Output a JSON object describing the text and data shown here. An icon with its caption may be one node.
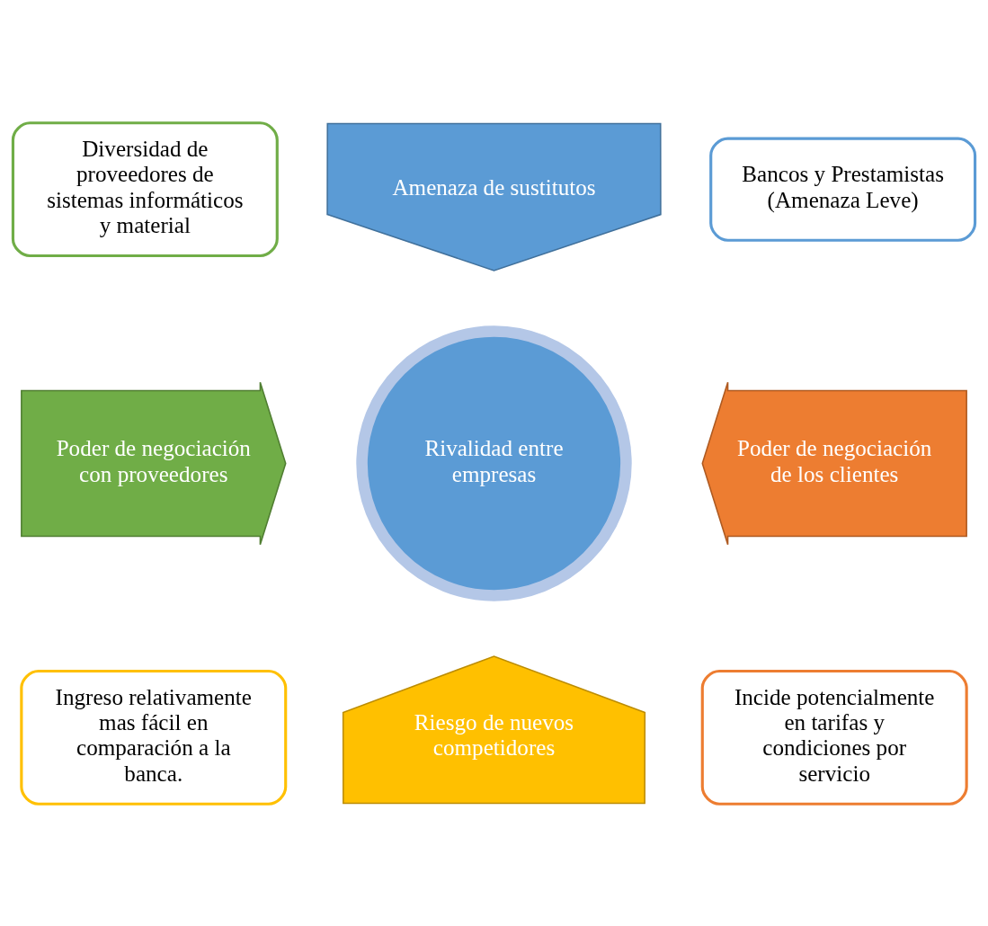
{
  "diagram": {
    "nodes": [
      {
        "text": [
          "Diversidad de proveedores de sistemas informáticos y material"
        ]
      },
      {
        "text": [
          "Amenaza de sustitutos"
        ]
      },
      {
        "text": [
          "Bancos y Prestamistas (Amenaza Leve)"
        ]
      },
      {
        "text": [
          "Poder de negociación con proveedores"
        ]
      },
      {
        "text": [
          "Rivalidad entre empresas"
        ]
      },
      {
        "text": [
          "Poder de negociación de los clientes"
        ]
      },
      {
        "text": [
          "Ingreso relativamente mas fácil en comparación a la banca."
        ]
      },
      {
        "text": [
          "Riesgo de nuevos competidores"
        ]
      },
      {
        "text": [
          "Incide potencialmente en tarifas y condiciones por servicio"
        ]
      }
    ]
  }
}
